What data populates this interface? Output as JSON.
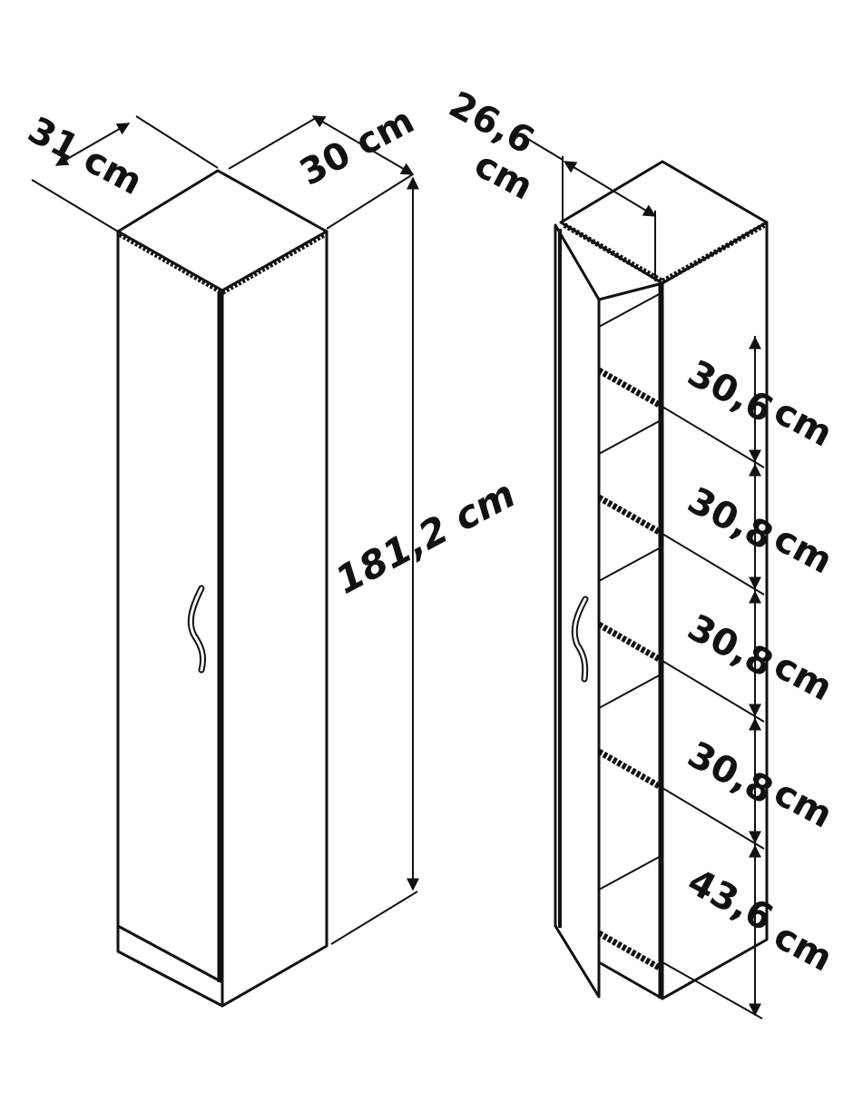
{
  "closed_cabinet": {
    "depth_label": "31 cm",
    "width_label": "30 cm",
    "height_label": "181,2 cm"
  },
  "open_cabinet": {
    "inner_width_label_line1": "26,6",
    "inner_width_label_line2": "cm",
    "compartments": [
      {
        "value": "30,6",
        "unit": "cm"
      },
      {
        "value": "30,8",
        "unit": "cm"
      },
      {
        "value": "30,8",
        "unit": "cm"
      },
      {
        "value": "30,8",
        "unit": "cm"
      },
      {
        "value": "43,6",
        "unit": "cm"
      }
    ]
  },
  "colors": {
    "line": "#111111",
    "background": "#ffffff"
  }
}
